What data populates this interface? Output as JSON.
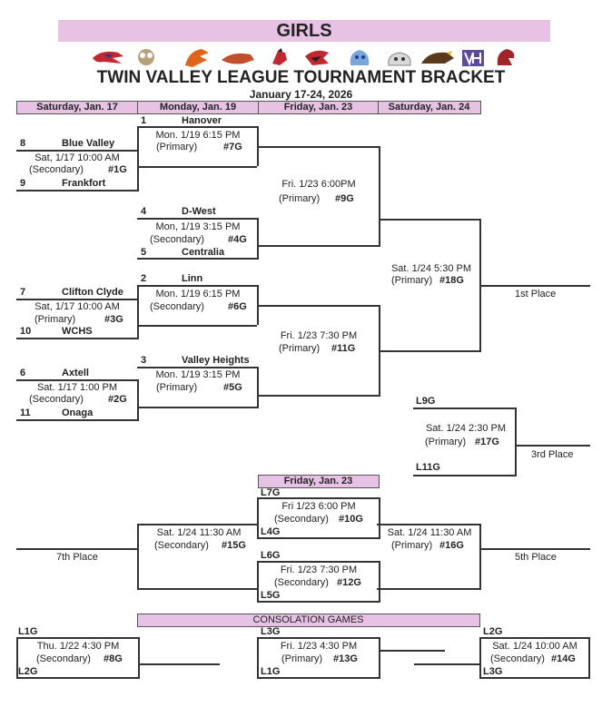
{
  "header": {
    "banner": "GIRLS",
    "title": "TWIN VALLEY LEAGUE TOURNAMENT BRACKET",
    "dates": "January 17-24, 2026",
    "day_columns": [
      "Saturday, Jan. 17",
      "Monday, Jan. 19",
      "Friday, Jan. 23",
      "Saturday, Jan. 24"
    ]
  },
  "mascots": [
    "eagle-icon",
    "ram-icon",
    "dragon-icon",
    "cougar-icon",
    "bronco-icon",
    "falcon-icon",
    "bulldog-icon",
    "bulldog-icon",
    "buffalo-icon",
    "valley-heights-logo",
    "raider-icon"
  ],
  "teams": {
    "hanover": {
      "seed": "1",
      "name": "Hanover"
    },
    "blue_valley": {
      "seed": "8",
      "name": "Blue Valley"
    },
    "frankfort": {
      "seed": "9",
      "name": "Frankfort"
    },
    "dwest": {
      "seed": "4",
      "name": "D-West"
    },
    "centralia": {
      "seed": "5",
      "name": "Centralia"
    },
    "linn": {
      "seed": "2",
      "name": "Linn"
    },
    "clifton_clyde": {
      "seed": "7",
      "name": "Clifton Clyde"
    },
    "wchs": {
      "seed": "10",
      "name": "WCHS"
    },
    "valley_heights": {
      "seed": "3",
      "name": "Valley Heights"
    },
    "axtell": {
      "seed": "6",
      "name": "Axtell"
    },
    "onaga": {
      "seed": "11",
      "name": "Onaga"
    }
  },
  "games": {
    "g1": {
      "when": "Sat, 1/17 10:00 AM",
      "court": "(Secondary)",
      "id": "#1G"
    },
    "g7": {
      "when": "Mon. 1/19 6:15 PM",
      "court": "(Primary)",
      "id": "#7G"
    },
    "g4": {
      "when": "Mon, 1/19 3:15 PM",
      "court": "(Secondary)",
      "id": "#4G"
    },
    "g9": {
      "when": "Fri. 1/23 6:00PM",
      "court": "(Primary)",
      "id": "#9G"
    },
    "g3": {
      "when": "Sat, 1/17 10:00 AM",
      "court": "(Primary)",
      "id": "#3G"
    },
    "g6": {
      "when": "Mon. 1/19   6:15 PM",
      "court": "(Secondary)",
      "id": "#6G"
    },
    "g2": {
      "when": "Sat. 1/17 1:00 PM",
      "court": "(Secondary)",
      "id": "#2G"
    },
    "g5": {
      "when": "Mon. 1/19   3:15 PM",
      "court": "(Primary)",
      "id": "#5G"
    },
    "g11": {
      "when": "Fri. 1/23     7:30 PM",
      "court": "(Primary)",
      "id": "#11G"
    },
    "g18": {
      "when": "Sat. 1/24   5:30 PM",
      "court": "(Primary)",
      "id": "#18G"
    },
    "g17": {
      "when": "Sat. 1/24   2:30 PM",
      "court": "(Primary)",
      "id": "#17G"
    },
    "g10": {
      "when": "Fri 1/23 6:00 PM",
      "court": "(Secondary)",
      "id": "#10G"
    },
    "g12": {
      "when": "Fri. 1/23   7:30 PM",
      "court": "(Secondary)",
      "id": "#12G"
    },
    "g15": {
      "when": "Sat. 1/24   11:30 AM",
      "court": "(Secondary)",
      "id": "#15G"
    },
    "g16": {
      "when": "Sat. 1/24   11:30 AM",
      "court": "(Primary)",
      "id": "#16G"
    },
    "g8": {
      "when": "Thu. 1/22  4:30 PM",
      "court": "(Secondary)",
      "id": "#8G"
    },
    "g13": {
      "when": "Fri. 1/23   4:30 PM",
      "court": "(Primary)",
      "id": "#13G"
    },
    "g14": {
      "when": "Sat. 1/24   10:00 AM",
      "court": "(Secondary)",
      "id": "#14G"
    }
  },
  "placements": {
    "first": "1st Place",
    "third": "3rd Place",
    "fifth": "5th Place",
    "seventh": "7th Place"
  },
  "losers": {
    "l9g": "L9G",
    "l11g": "L11G",
    "l7g": "L7G",
    "l4g": "L4G",
    "l6g": "L6G",
    "l5g": "L5G",
    "l1g": "L1G",
    "l2g": "L2G",
    "l3g": "L3G",
    "l1g_b": "L1G",
    "l2g_b": "L2G",
    "l3g_b": "L3G"
  },
  "consolation": {
    "day_label": "Friday, Jan. 23",
    "games_label": "CONSOLATION GAMES"
  }
}
